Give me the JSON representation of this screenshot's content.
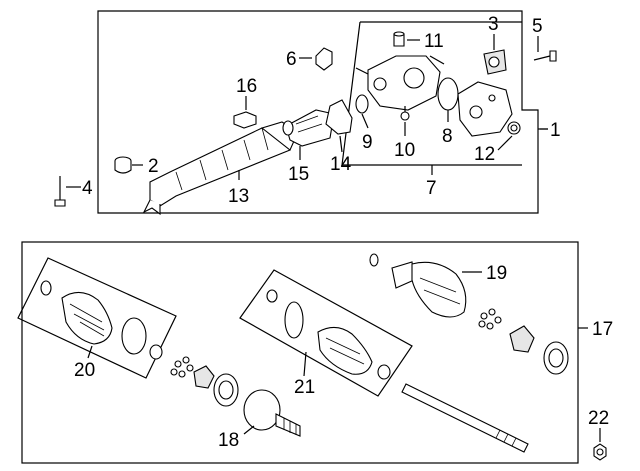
{
  "diagram": {
    "callouts": {
      "c1": "1",
      "c2": "2",
      "c3": "3",
      "c4": "4",
      "c5": "5",
      "c6": "6",
      "c7": "7",
      "c8": "8",
      "c9": "9",
      "c10": "10",
      "c11": "11",
      "c12": "12",
      "c13": "13",
      "c14": "14",
      "c15": "15",
      "c16": "16",
      "c17": "17",
      "c18": "18",
      "c19": "19",
      "c20": "20",
      "c21": "21",
      "c22": "22"
    },
    "colors": {
      "ink": "#000000",
      "paper": "#ffffff",
      "shade": "#e6e6e6"
    }
  }
}
